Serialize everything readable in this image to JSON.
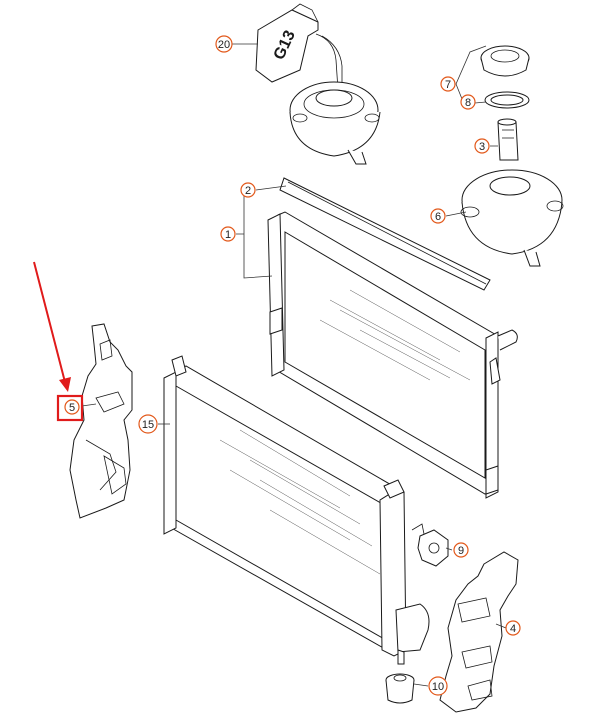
{
  "diagram": {
    "callouts": [
      {
        "id": "c20",
        "label": "20"
      },
      {
        "id": "c7",
        "label": "7"
      },
      {
        "id": "c8",
        "label": "8"
      },
      {
        "id": "c3",
        "label": "3"
      },
      {
        "id": "c2",
        "label": "2"
      },
      {
        "id": "c1",
        "label": "1"
      },
      {
        "id": "c6",
        "label": "6"
      },
      {
        "id": "c5",
        "label": "5"
      },
      {
        "id": "c15",
        "label": "15"
      },
      {
        "id": "c9",
        "label": "9"
      },
      {
        "id": "c4",
        "label": "4"
      },
      {
        "id": "c10",
        "label": "10"
      }
    ],
    "bottle_label": "G13",
    "callout_color": "#e2581a",
    "highlight_color": "#e01b1b",
    "highlighted_part": "5"
  }
}
